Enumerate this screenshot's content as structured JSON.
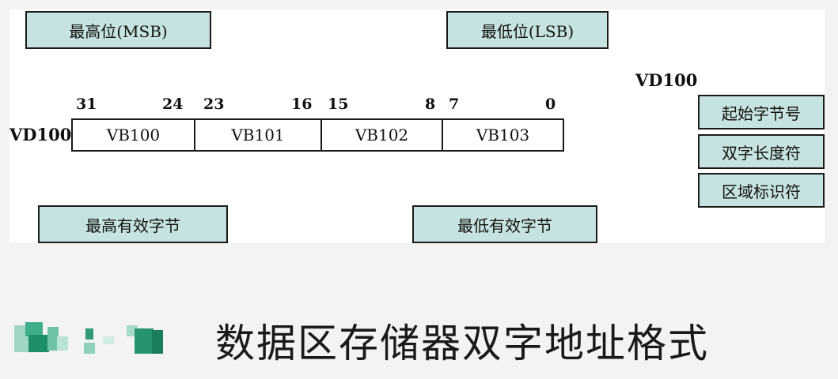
{
  "diagram": {
    "callouts": {
      "msb": "最高位(MSB)",
      "lsb": "最低位(LSB)",
      "msbyte": "最高有效字节",
      "lsbyte": "最低有效字节"
    },
    "register_label": "VD100",
    "bits": [
      "31",
      "24",
      "23",
      "16",
      "15",
      "8",
      "7",
      "0"
    ],
    "bytes": [
      "VB100",
      "VB101",
      "VB102",
      "VB103"
    ],
    "legend": {
      "label": "VD100",
      "items": [
        "起始字节号",
        "双字长度符",
        "区域标识符"
      ]
    }
  },
  "caption": "数据区存储器双字地址格式",
  "colors": {
    "callout_fill": "#c7e3e1",
    "line": "#1a1a1a"
  }
}
